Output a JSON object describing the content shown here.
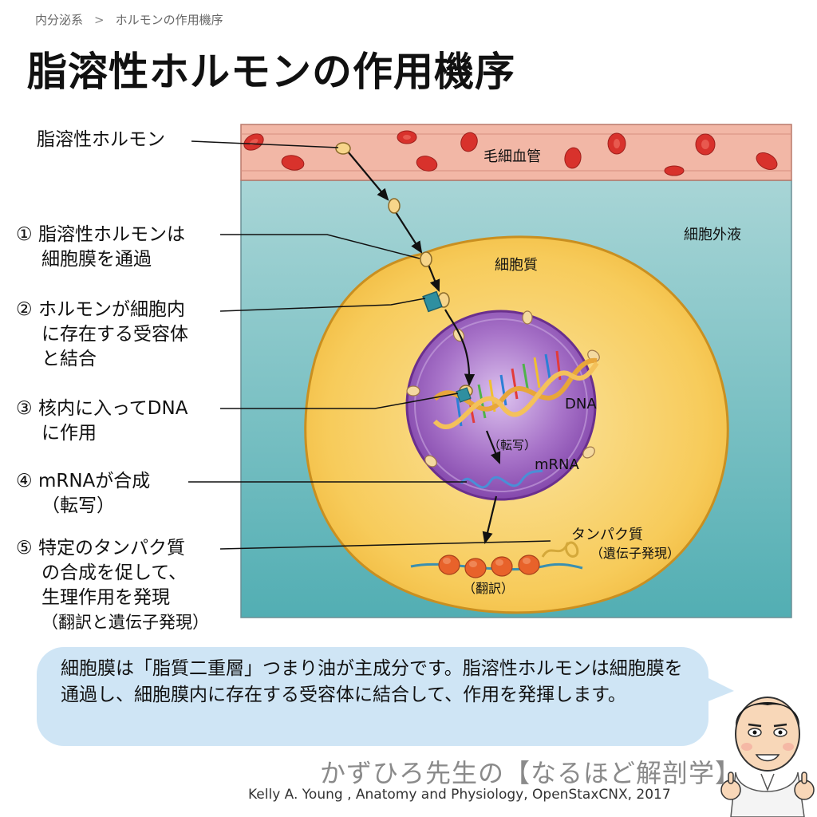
{
  "breadcrumb": {
    "section": "内分泌系",
    "separator": ">",
    "page": "ホルモンの作用機序"
  },
  "title": "脂溶性ホルモンの作用機序",
  "callouts": {
    "hormone": "脂溶性ホルモン",
    "step1": {
      "number": "①",
      "line1": "脂溶性ホルモンは",
      "line2": "細胞膜を通過"
    },
    "step2": {
      "number": "②",
      "line1": "ホルモンが細胞内",
      "line2": "に存在する受容体",
      "line3": "と結合"
    },
    "step3": {
      "number": "③",
      "line1": "核内に入ってDNA",
      "line2": "に作用"
    },
    "step4": {
      "number": "④",
      "line1": "mRNAが合成",
      "line2": "（転写）"
    },
    "step5": {
      "number": "⑤",
      "line1": "特定のタンパク質",
      "line2": "の合成を促して、",
      "line3": "生理作用を発現",
      "line4": "（翻訳と遺伝子発現）"
    }
  },
  "diagram_labels": {
    "capillary": "毛細血管",
    "extracellular": "細胞外液",
    "cytoplasm": "細胞質",
    "dna": "DNA",
    "transcription": "（転写）",
    "mrna": "mRNA",
    "protein": "タンパク質",
    "gene_expression": "（遺伝子発現）",
    "translation": "（翻訳）"
  },
  "colors": {
    "capillary": "#f2b7a6",
    "red_cell": "#d8322c",
    "extracellular_top": "#a8d5d6",
    "extracellular_bottom": "#52aeb3",
    "cytoplasm": "#f6c54e",
    "nucleus": "#8d4fb3",
    "speech_bubble": "#cfe5f5"
  },
  "speech_bubble": "細胞膜は「脂質二重層」つまり油が主成分です。脂溶性ホルモンは細胞膜を通過し、細胞膜内に存在する受容体に結合して、作用を発揮します。",
  "brand": "かずひろ先生の【なるほど解剖学】",
  "credit": "Kelly A. Young , Anatomy and Physiology, OpenStaxCNX, 2017"
}
